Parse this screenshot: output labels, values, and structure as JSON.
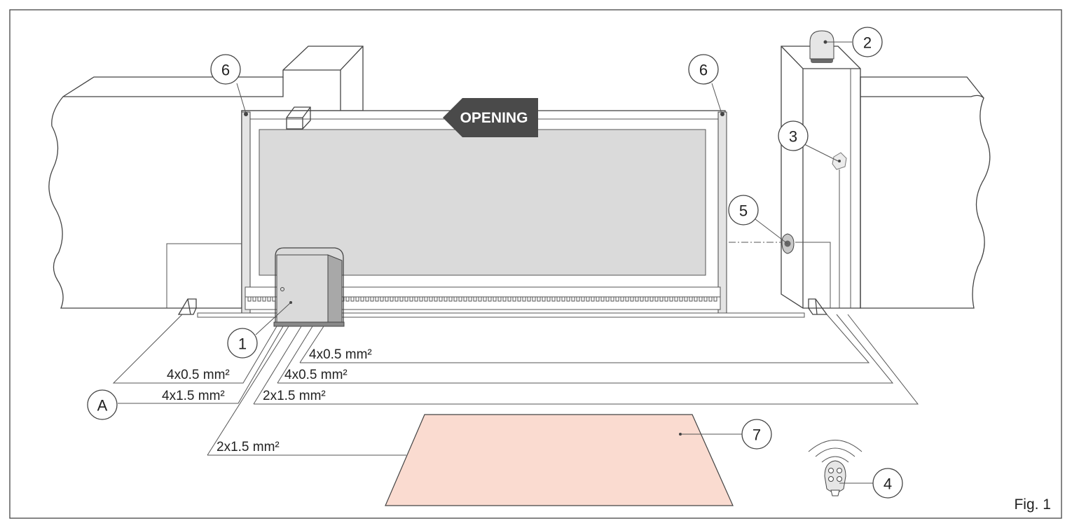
{
  "opening_label": "OPENING",
  "figure_label": "Fig. 1",
  "callouts": {
    "motor": "1",
    "lamp": "2",
    "photocell_receiver": "3",
    "remote": "4",
    "key_selector": "5",
    "safety_edge_left": "6",
    "safety_edge_right": "6",
    "loop_area": "7",
    "power_supply": "A"
  },
  "cables": {
    "photocell_tx": "4x0.5 mm²",
    "power_in": "4x1.5 mm²",
    "key_selector": "4x0.5 mm²",
    "photocell_rx": "4x0.5 mm²",
    "lamp": "2x1.5 mm²",
    "loop": "2x1.5 mm²"
  },
  "colors": {
    "gate_panel": "#dadada",
    "loop_area": "#fadbd0",
    "arrow": "#4a4a4a",
    "outline": "#444444"
  }
}
